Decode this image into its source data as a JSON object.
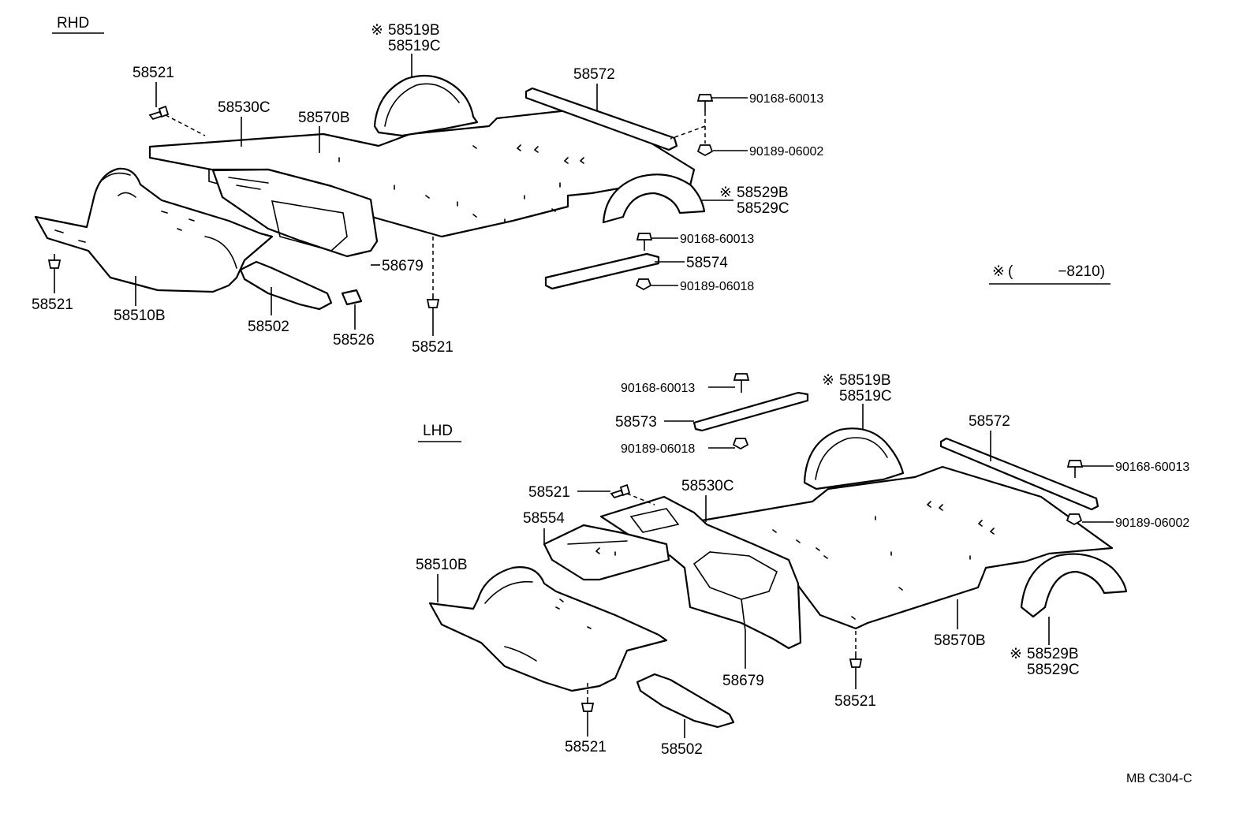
{
  "sections": {
    "rhd": "RHD",
    "lhd": "LHD"
  },
  "note": {
    "mark": "※",
    "text": "(　　　−8210)"
  },
  "footer_code": "MB  C304-C",
  "rhd_labels": {
    "p58519B": "58519B",
    "p58519C": "58519C",
    "p58521_top": "58521",
    "p58530C": "58530C",
    "p58570B": "58570B",
    "p58572": "58572",
    "p90168_top": "90168-60013",
    "p90189_top": "90189-06002",
    "p58529B": "58529B",
    "p58529C": "58529C",
    "p90168_mid": "90168-60013",
    "p58574": "58574",
    "p90189_mid": "90189-06018",
    "p58679": "58679",
    "p58521_left": "58521",
    "p58510B": "58510B",
    "p58502": "58502",
    "p58526": "58526",
    "p58521_bottom": "58521"
  },
  "lhd_labels": {
    "p90168_a": "90168-60013",
    "p58573": "58573",
    "p90189_a": "90189-06018",
    "p58519B": "58519B",
    "p58519C": "58519C",
    "p58572": "58572",
    "p90168_b": "90168-60013",
    "p90189_b": "90189-06002",
    "p58521_top": "58521",
    "p58530C": "58530C",
    "p58554": "58554",
    "p58510B": "58510B",
    "p58679": "58679",
    "p58521_mid": "58521",
    "p58570B": "58570B",
    "p58529B": "58529B",
    "p58529C": "58529C",
    "p58521_bottom": "58521",
    "p58502": "58502"
  },
  "icons": [
    "push-clip-icon",
    "bolt-icon",
    "nut-icon",
    "note-mark-icon"
  ]
}
